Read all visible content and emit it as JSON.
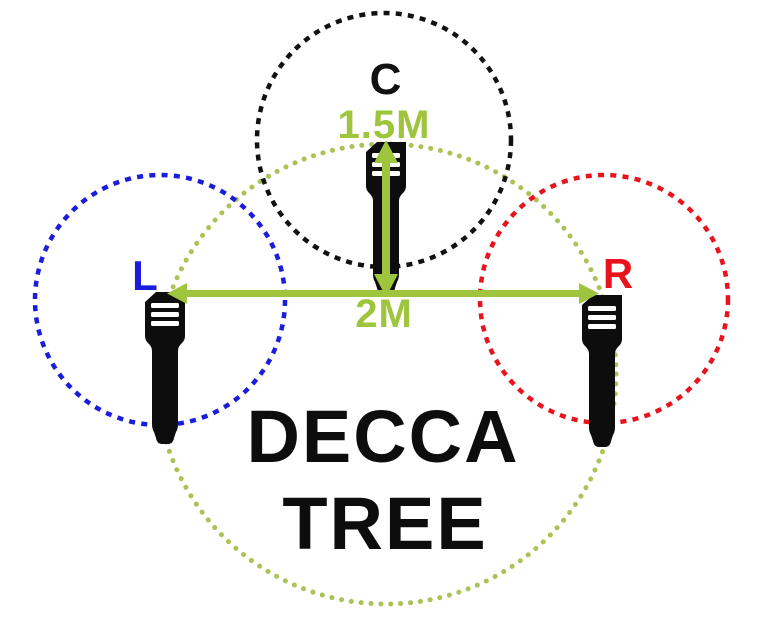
{
  "page": {
    "background": "#ffffff",
    "description": "Decca Tree stereo microphone technique diagram"
  },
  "title": {
    "line1": "DECCA",
    "line2": "TREE"
  },
  "mics": {
    "left": {
      "label": "L",
      "color": "#1c1cdb",
      "pickup_circle": "blue dotted"
    },
    "center": {
      "label": "C",
      "color": "#111111",
      "pickup_circle": "black dotted"
    },
    "right": {
      "label": "R",
      "color": "#e8131c",
      "pickup_circle": "red dotted"
    }
  },
  "measurements": {
    "center_spacing": "1.5M",
    "left_right_spacing": "2M"
  },
  "colors": {
    "accent_green": "#9fc43d",
    "green_dotted_circle": "#a9c455",
    "blue_circle": "#1c1cdb",
    "red_circle": "#e8131c",
    "black": "#111111"
  },
  "diagram": {
    "type": "decca-tree-mic-layout",
    "relations": [
      {
        "from": "C",
        "to": "L-R axis",
        "distance": "1.5M"
      },
      {
        "from": "L",
        "to": "R",
        "distance": "2M"
      }
    ]
  }
}
